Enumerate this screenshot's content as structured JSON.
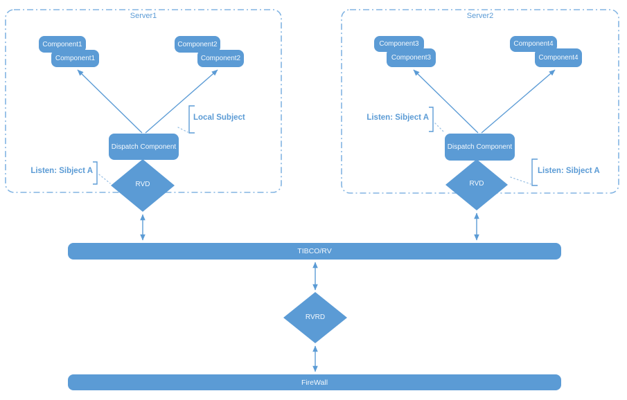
{
  "colors": {
    "shape_fill": "#5b9bd5",
    "shape_text": "#f4f9fd",
    "label_text": "#5b9bd5",
    "dashed_border": "#82b4e2",
    "connector": "#5b9bd5",
    "dotted_connector": "#9cc2e5"
  },
  "server1": {
    "title": "Server1",
    "component1_back": "Component1",
    "component1_front": "Component1",
    "component2_back": "Component2",
    "component2_front": "Component2",
    "dispatch": "Dispatch Component",
    "rvd": "RVD",
    "local_subject": "Local Subject",
    "listen": "Listen: Sibject A"
  },
  "server2": {
    "title": "Server2",
    "component3_back": "Component3",
    "component3_front": "Component3",
    "component4_back": "Component4",
    "component4_front": "Component4",
    "dispatch": "Dispatch Component",
    "rvd": "RVD",
    "listen_left": "Listen: Sibject A",
    "listen_right": "Listen: Sibject A"
  },
  "bus": {
    "tibco": "TIBCO/RV",
    "rvrd": "RVRD",
    "firewall": "FireWall"
  }
}
